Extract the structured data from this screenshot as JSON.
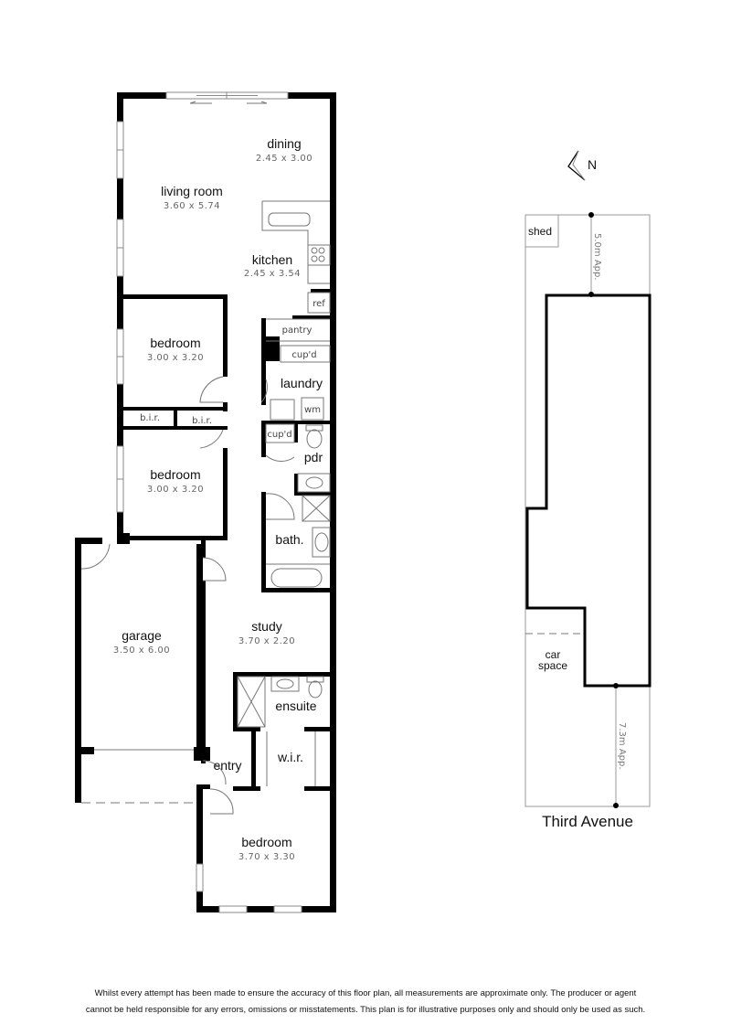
{
  "rooms": {
    "dining": {
      "name": "dining",
      "dims": "2.45  x  3.00"
    },
    "living": {
      "name": "living room",
      "dims": "3.60  x  5.74"
    },
    "kitchen": {
      "name": "kitchen",
      "dims": "2.45  x  3.54"
    },
    "bedroom1": {
      "name": "bedroom",
      "dims": "3.00  x  3.20"
    },
    "bedroom2": {
      "name": "bedroom",
      "dims": "3.00  x  3.20"
    },
    "bedroom3": {
      "name": "bedroom",
      "dims": "3.70  x  3.30"
    },
    "garage": {
      "name": "garage",
      "dims": "3.50  x  6.00"
    },
    "study": {
      "name": "study",
      "dims": "3.70  x  2.20"
    },
    "laundry": {
      "name": "laundry"
    },
    "pdr": {
      "name": "pdr"
    },
    "bath": {
      "name": "bath."
    },
    "ensuite": {
      "name": "ensuite"
    },
    "wir": {
      "name": "w.i.r."
    },
    "entry": {
      "name": "entry"
    }
  },
  "fixtures": {
    "ref": "ref",
    "pantry": "pantry",
    "cupd1": "cup'd",
    "cupd2": "cup'd",
    "wm": "wm",
    "bir1": "b.i.r.",
    "bir2": "b.i.r."
  },
  "site_plan": {
    "north_label": "N",
    "shed": "shed",
    "car_space_line1": "car",
    "car_space_line2": "space",
    "front_setback": "5.0m  App.",
    "rear_setback": "7.3m  App.",
    "street": "Third Avenue"
  },
  "disclaimer": {
    "line1": "Whilst every attempt has been made to ensure the accuracy of this floor plan, all measurements are approximate only. The producer or agent",
    "line2": "cannot be held responsible for any errors, omissions or misstatements. This plan is for illustrative purposes only and should only be used as such."
  }
}
